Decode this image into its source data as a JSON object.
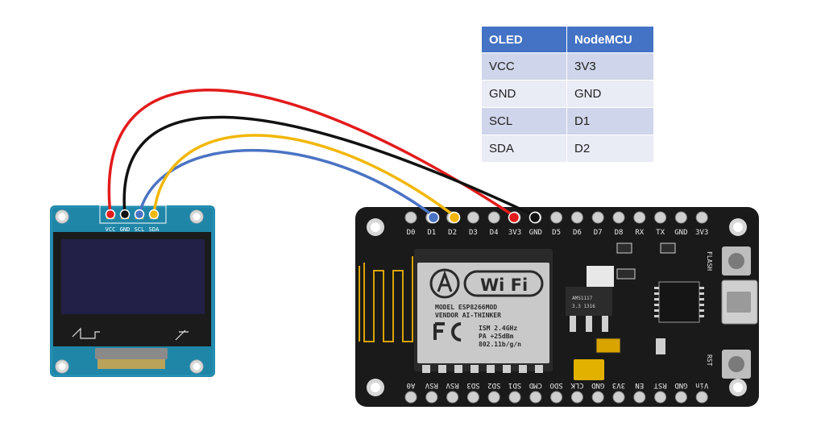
{
  "table": {
    "headers": [
      "OLED",
      "NodeMCU"
    ],
    "rows": [
      [
        "VCC",
        "3V3"
      ],
      [
        "GND",
        "GND"
      ],
      [
        "SCL",
        "D1"
      ],
      [
        "SDA",
        "D2"
      ]
    ]
  },
  "oled": {
    "pins": [
      "VCC",
      "GND",
      "SCL",
      "SDA"
    ]
  },
  "nodemcu": {
    "top_pins": [
      "D0",
      "D1",
      "D2",
      "D3",
      "D4",
      "3V3",
      "GND",
      "D5",
      "D6",
      "D7",
      "D8",
      "RX",
      "TX",
      "GND",
      "3V3"
    ],
    "bottom_pins": [
      "A0",
      "RSV",
      "RSV",
      "SD3",
      "SD2",
      "SD1",
      "CMD",
      "SDO",
      "CLK",
      "GND",
      "3V3",
      "EN",
      "RST",
      "GND",
      "Vin"
    ],
    "wifi_logo": "Wi Fi",
    "module_text": [
      "MODEL    ESP8266MOD",
      "VENDOR AI-THINKER",
      "ISM 2.4GHz",
      "PA  +25dBm",
      "802.11b/g/n"
    ],
    "button_labels": [
      "FLASH",
      "RST"
    ],
    "regulator_text": [
      "AMS1117",
      "3.3 1316"
    ]
  },
  "wires": [
    {
      "name": "VCC",
      "color": "#e31b1b"
    },
    {
      "name": "GND",
      "color": "#111111"
    },
    {
      "name": "SCL",
      "color": "#f2b70a"
    },
    {
      "name": "SDA",
      "color": "#4a73c4"
    }
  ]
}
